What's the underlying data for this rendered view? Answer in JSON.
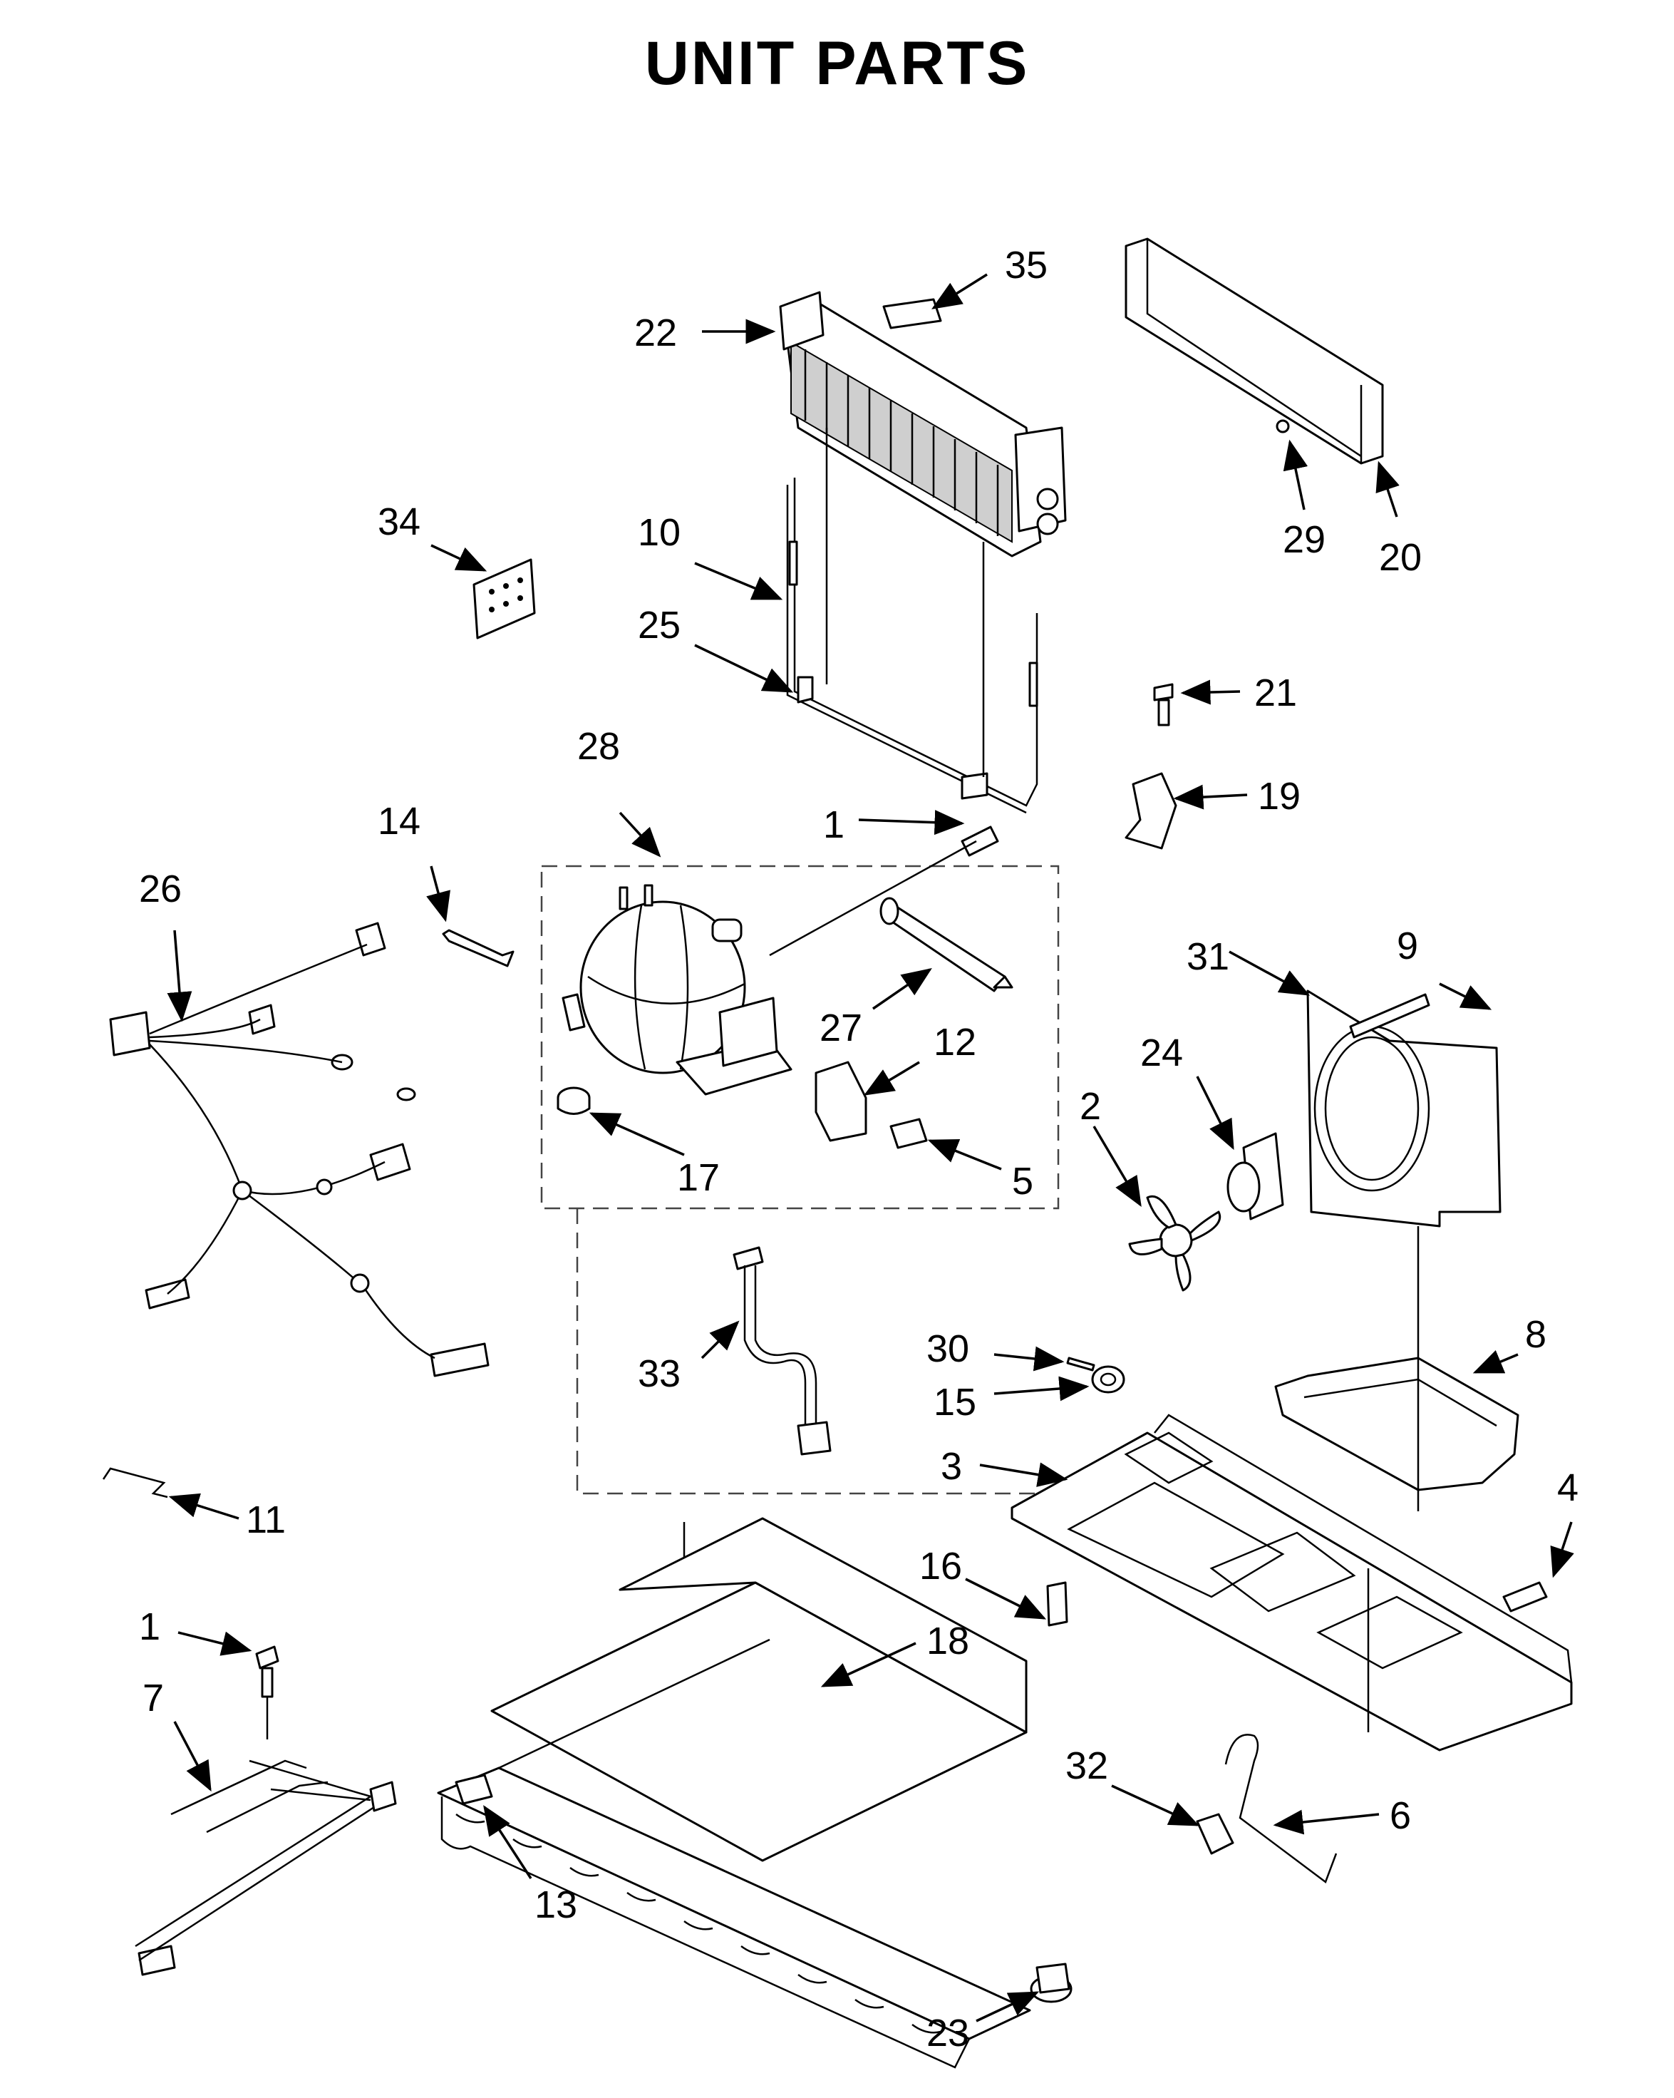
{
  "title": "UNIT PARTS",
  "callouts": {
    "c35": "35",
    "c22": "22",
    "c34": "34",
    "c10": "10",
    "c25": "25",
    "c29": "29",
    "c20": "20",
    "c21": "21",
    "c19": "19",
    "c28": "28",
    "c14": "14",
    "c26": "26",
    "c1a": "1",
    "c27": "27",
    "c12": "12",
    "c17": "17",
    "c5": "5",
    "c31": "31",
    "c9": "9",
    "c2": "2",
    "c24": "24",
    "c30": "30",
    "c15": "15",
    "c8": "8",
    "c33": "33",
    "c3": "3",
    "c4": "4",
    "c11": "11",
    "c16": "16",
    "c18": "18",
    "c1b": "1",
    "c7": "7",
    "c32": "32",
    "c6": "6",
    "c13": "13",
    "c23": "23"
  }
}
